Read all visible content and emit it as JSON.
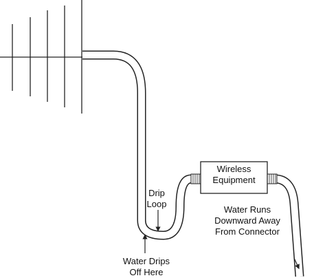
{
  "equipment": {
    "line1": "Wireless",
    "line2": "Equipment"
  },
  "drip_loop": {
    "line1": "Drip",
    "line2": "Loop"
  },
  "water_drips": {
    "line1": "Water Drips",
    "line2": "Off Here"
  },
  "water_runs": {
    "line1": "Water Runs",
    "line2": "Downward Away",
    "line3": "From Connector"
  },
  "colors": {
    "line": "#222222",
    "background": "#ffffff"
  }
}
